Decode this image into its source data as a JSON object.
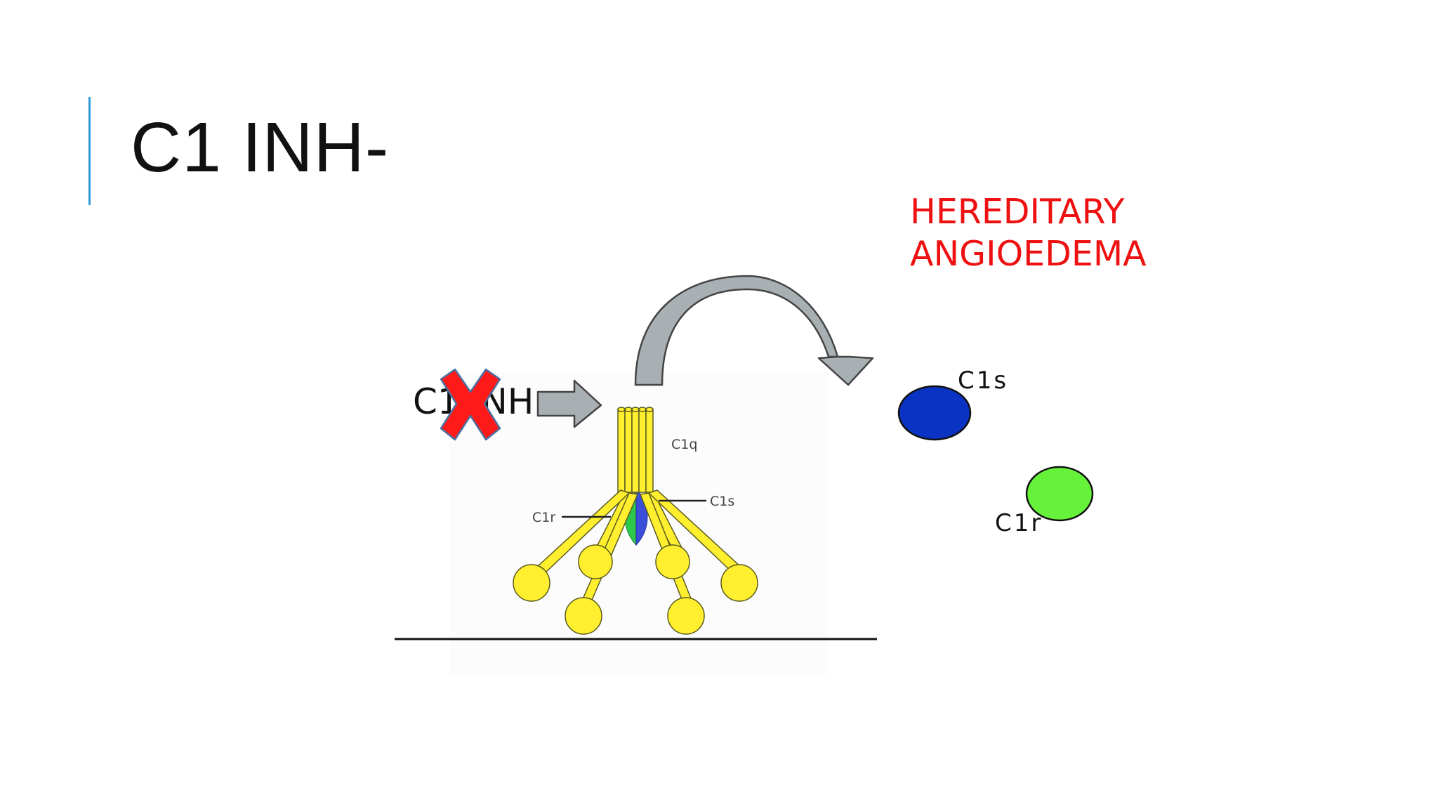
{
  "slide": {
    "title": "C1 INH-",
    "condition_line1": "HEREDITARY",
    "condition_line2": "ANGIOEDEMA"
  },
  "diagram": {
    "inhibitor_label": "C1 INH",
    "c1q_label": "C1q",
    "c1r_label_small": "C1r",
    "c1s_label_small": "C1s",
    "released_c1s_label": "C1s",
    "released_c1r_label": "C1r"
  },
  "colors": {
    "title_accent": "#2e9bd6",
    "condition_text": "#ee1111",
    "c1s": "#0a33c4",
    "c1r": "#66f23a",
    "c1q_yellow": "#ffef2e",
    "cross": "#ff1a1a",
    "arrow_fill": "#a9b0b3"
  }
}
